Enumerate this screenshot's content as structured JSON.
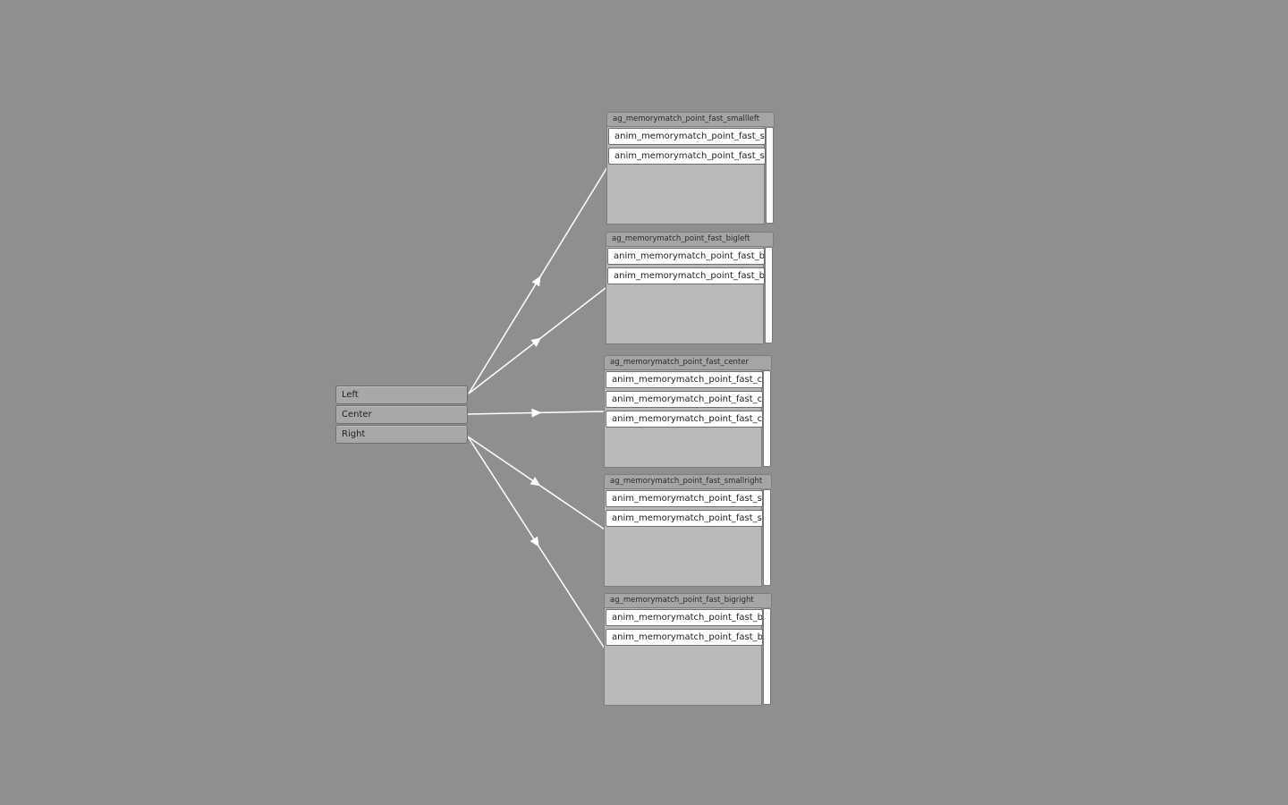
{
  "source": {
    "items": [
      "Left",
      "Center",
      "Right"
    ]
  },
  "groups": [
    {
      "title": "ag_memorymatch_point_fast_smallleft",
      "clips": [
        "anim_memorymatch_point_fast_s",
        "anim_memorymatch_point_fast_s"
      ]
    },
    {
      "title": "ag_memorymatch_point_fast_bigleft",
      "clips": [
        "anim_memorymatch_point_fast_bi",
        "anim_memorymatch_point_fast_bi"
      ]
    },
    {
      "title": "ag_memorymatch_point_fast_center",
      "clips": [
        "anim_memorymatch_point_fast_c",
        "anim_memorymatch_point_fast_c",
        "anim_memorymatch_point_fast_c"
      ]
    },
    {
      "title": "ag_memorymatch_point_fast_smallright",
      "clips": [
        "anim_memorymatch_point_fast_s",
        "anim_memorymatch_point_fast_s"
      ]
    },
    {
      "title": "ag_memorymatch_point_fast_bigright",
      "clips": [
        "anim_memorymatch_point_fast_bi",
        "anim_memorymatch_point_fast_bi"
      ]
    }
  ],
  "colors": {
    "background": "#8f8f8f",
    "edge": "#ffffff"
  }
}
